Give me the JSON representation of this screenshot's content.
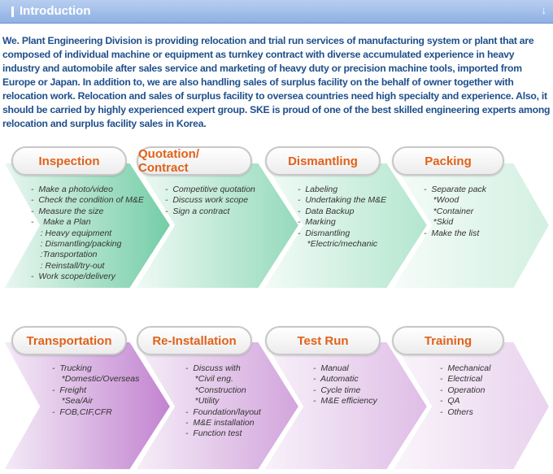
{
  "header": {
    "title": "Introduction"
  },
  "intro_text": "We. Plant Engineering Division is providing relocation and trial run services of manufacturing system or plant that are composed of individual machine or equipment as turnkey contract with diverse accumulated experience in heavy industry and automobile after sales service and marketing of heavy duty or precision machine tools, imported from Europe or Japan.  In addition to, we are also handling sales of surplus facility on the behalf of owner together with relocation work.  Relocation and sales of surplus facility to oversea countries need high specialty and experience. Also, it should be carried by highly experienced expert group. SKE is proud of one of the best skilled engineering experts among relocation and surplus facility sales in Korea.",
  "steps_row1": [
    {
      "title": "Inspection",
      "items": [
        "-  Make a photo/video",
        "-  Check the condition of M&E",
        "-  Measure the size",
        "-    Make a Plan",
        "    : Heavy equipment",
        "    : Dismantling/packing",
        "    :Transportation",
        "    : Reinstall/try-out",
        "-  Work scope/delivery"
      ]
    },
    {
      "title": "Quotation/ Contract",
      "items": [
        "-  Competitive quotation",
        "-  Discuss work scope",
        "-  Sign a contract"
      ]
    },
    {
      "title": "Dismantling",
      "items": [
        "-  Labeling",
        "-  Undertaking the M&E",
        "-  Data Backup",
        "-  Marking",
        "-  Dismantling",
        "    *Electric/mechanic"
      ]
    },
    {
      "title": "Packing",
      "items": [
        "-  Separate pack",
        "    *Wood",
        "    *Container",
        "    *Skid",
        "-  Make the list"
      ]
    }
  ],
  "steps_row2": [
    {
      "title": "Transportation",
      "items": [
        "-  Trucking",
        "    *Domestic/Overseas",
        "-  Freight",
        "    *Sea/Air",
        "-  FOB,CIF,CFR"
      ]
    },
    {
      "title": "Re-Installation",
      "items": [
        "-  Discuss with",
        "    *Civil eng.",
        "    *Construction",
        "    *Utility",
        "-  Foundation/layout",
        "-  M&E installation",
        "-  Function test"
      ]
    },
    {
      "title": "Test Run",
      "items": [
        "-  Manual",
        "-  Automatic",
        "-  Cycle time",
        "-  M&E efficiency"
      ]
    },
    {
      "title": "Training",
      "items": [
        "-  Mechanical",
        "-  Electrical",
        "-  Operation",
        "-  QA",
        "-  Others"
      ]
    }
  ],
  "colors": {
    "header": "#9bb8e8",
    "intro_text": "#1e4f8c",
    "title_text": "#e0621a",
    "row1_dark": "#7fd3b0",
    "row1_light": "#eaf7f1",
    "row2_dark": "#c88fd4",
    "row2_light": "#f4ecf7"
  },
  "icons": {
    "header_arrow": "down-arrow-icon",
    "header_bar": "bar-icon"
  }
}
